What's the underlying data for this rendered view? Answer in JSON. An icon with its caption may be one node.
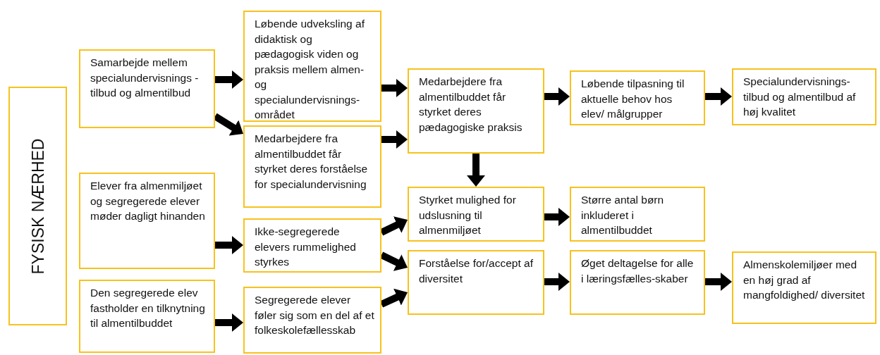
{
  "diagram": {
    "nodes": [
      {
        "text": [
          "FYSISK NÆRHED"
        ]
      },
      {
        "text": [
          "Samarbejde mellem specialundervisnings -tilbud og almentilbud"
        ]
      },
      {
        "text": [
          "Løbende udveksling af didaktisk og pædagogisk viden og praksis mellem almen- og specialundervisnings-området"
        ]
      },
      {
        "text": [
          "Medarbejdere fra almentilbuddet får styrket deres forståelse for specialundervisning"
        ]
      },
      {
        "text": [
          "Medarbejdere fra almentilbuddet får styrket deres pædagogiske praksis"
        ]
      },
      {
        "text": [
          "Løbende tilpasning til aktuelle behov hos elev/ målgrupper"
        ]
      },
      {
        "text": [
          "Specialundervisnings-tilbud og almentilbud af høj kvalitet"
        ]
      },
      {
        "text": [
          "Elever fra almenmiljøet og segregerede elever møder dagligt hinanden"
        ]
      },
      {
        "text": [
          "Ikke-segregerede elevers rummelighed styrkes"
        ]
      },
      {
        "text": [
          "Styrket mulighed for udslusning til almenmiljøet"
        ]
      },
      {
        "text": [
          "Større antal børn inkluderet i almentilbuddet"
        ]
      },
      {
        "text": [
          "Forståelse for/accept af diversitet"
        ]
      },
      {
        "text": [
          "Øget deltagelse for alle i læringsfælles-skaber"
        ]
      },
      {
        "text": [
          "Almenskolemiljøer med en høj grad af mangfoldighed/ diversitet"
        ]
      },
      {
        "text": [
          "Den segregerede elev fastholder en tilknytning til almentilbuddet"
        ]
      },
      {
        "text": [
          "Segregerede elever føler sig som en del af et folkeskolefællesskab"
        ]
      }
    ],
    "edges": [
      {
        "from": 1,
        "to": 2,
        "arrow": "to"
      },
      {
        "from": 1,
        "to": 3,
        "arrow": "to"
      },
      {
        "from": 2,
        "to": 4,
        "arrow": "to"
      },
      {
        "from": 3,
        "to": 4,
        "arrow": "to"
      },
      {
        "from": 4,
        "to": 5,
        "arrow": "to"
      },
      {
        "from": 5,
        "to": 6,
        "arrow": "to"
      },
      {
        "from": 4,
        "to": 9,
        "arrow": "to"
      },
      {
        "from": 7,
        "to": 8,
        "arrow": "to"
      },
      {
        "from": 8,
        "to": 9,
        "arrow": "to"
      },
      {
        "from": 8,
        "to": 11,
        "arrow": "to"
      },
      {
        "from": 9,
        "to": 10,
        "arrow": "to"
      },
      {
        "from": 11,
        "to": 12,
        "arrow": "to"
      },
      {
        "from": 12,
        "to": 13,
        "arrow": "to"
      },
      {
        "from": 14,
        "to": 15,
        "arrow": "to"
      },
      {
        "from": 15,
        "to": 11,
        "arrow": "to"
      }
    ]
  }
}
